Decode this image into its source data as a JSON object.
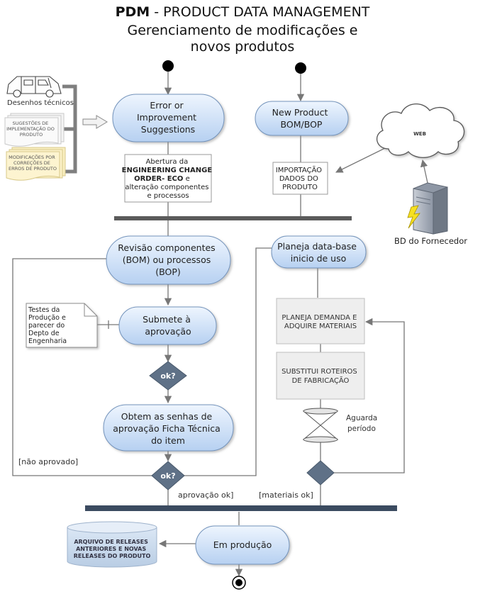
{
  "title": {
    "bold": "PDM",
    "rest": " - PRODUCT DATA MANAGEMENT",
    "line2": "Gerenciamento de modificações e",
    "line3": "novos produtos"
  },
  "sources": {
    "drawings_label": "Desenhos técnicos",
    "suggestions_doc": [
      "SUGESTÕES DE",
      "IMPLEMENTAÇÃO DO",
      "PRODUTO"
    ],
    "modifications_doc": [
      "MODIFICAÇÕES POR",
      "CORREÇÕES DE",
      "ERROS DE PRODUTO"
    ]
  },
  "activities": {
    "error_suggestions": [
      "Error or",
      "Improvement",
      "Suggestions"
    ],
    "new_product": [
      "New Product",
      "BOM/BOP"
    ],
    "revisao": [
      "Revisão componentes",
      "(BOM) ou processos",
      "(BOP)"
    ],
    "submete": [
      "Submete à",
      "aprovação"
    ],
    "obtem": [
      "Obtem as senhas de",
      "aprovação Ficha Técnica",
      "do item"
    ],
    "planeja_data": [
      "Planeja data-base",
      "inicio de uso"
    ],
    "em_producao": "Em produção"
  },
  "notes": {
    "eco": [
      "Abertura da",
      "ENGINEERING CHANGE",
      "ORDER- ECO",
      " e",
      "alteração componentes",
      "e processos"
    ],
    "importacao": [
      "IMPORTAÇÃO",
      "DADOS DO",
      "PRODUTO"
    ],
    "testes": [
      "Testes da",
      "Produção e",
      "parecer do",
      "Depto de",
      "Engenharia"
    ]
  },
  "tasks": {
    "planeja_demanda": [
      "PLANEJA DEMANDA E",
      "ADQUIRE MATERIAIS"
    ],
    "substitui": [
      "SUBSTITUI  ROTEIROS",
      "DE FABRICAÇÃO"
    ]
  },
  "decisions": {
    "ok1": "ok?",
    "ok2": "ok?"
  },
  "guards": {
    "nao_aprovado": "[não aprovado]",
    "aprovacao_ok": "aprovação ok]",
    "materiais_ok": "[materiais ok]"
  },
  "wait": [
    "Aguarda",
    "período"
  ],
  "external": {
    "web": "WEB",
    "fornecedor": "BD do Fornecedor"
  },
  "archive": [
    "ARQUIVO DE RELEASES",
    "ANTERIORES E NOVAS",
    "RELEASES DO PRODUTO"
  ],
  "colors": {
    "node_fill_top": "#e9f2fd",
    "node_fill_bottom": "#b9d3f3",
    "node_stroke": "#6e8db3",
    "bar": "#5b5b5b",
    "bar_bottom": "#3a4a5e",
    "diamond": "#5e7085",
    "task_fill": "#efefef"
  }
}
